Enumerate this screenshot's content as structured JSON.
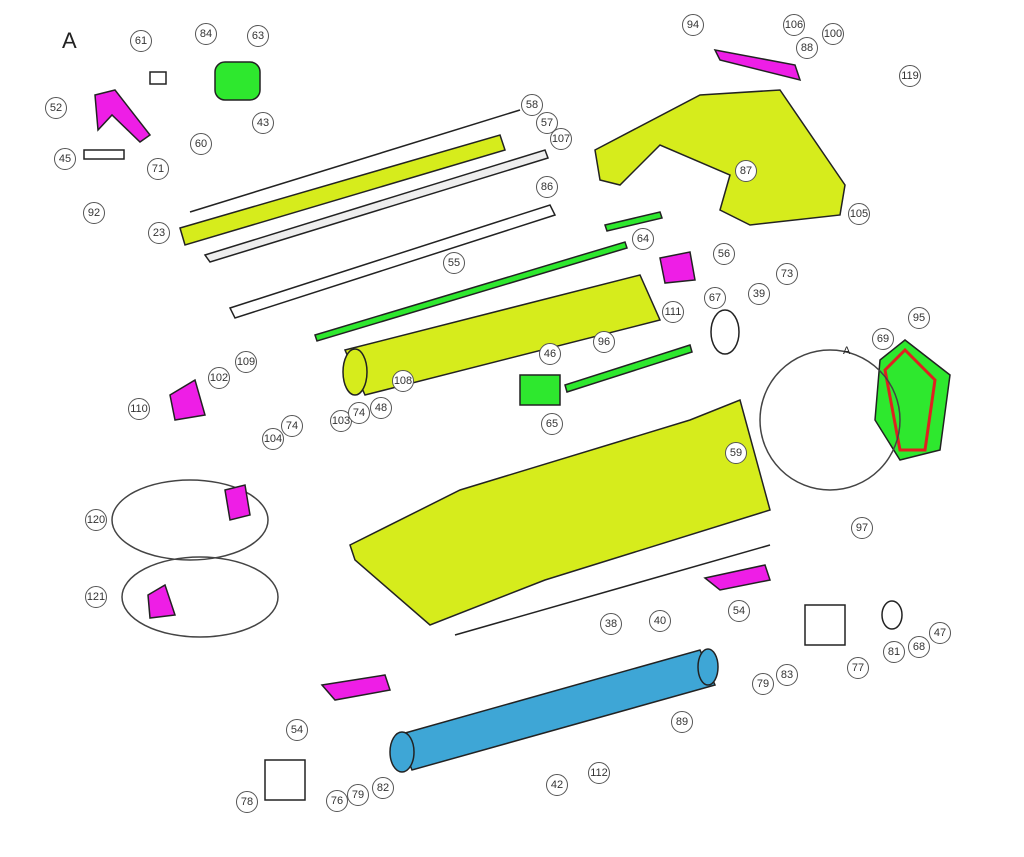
{
  "diagram": {
    "view_label": "A",
    "detail_label": "A",
    "colors": {
      "frame": "#d6ec1c",
      "magenta": "#ee1ee6",
      "blue": "#3ea6d6",
      "green": "#2ee82e",
      "red": "#e02020"
    },
    "callouts": [
      "61",
      "84",
      "63",
      "52",
      "60",
      "43",
      "45",
      "71",
      "92",
      "58",
      "57",
      "107",
      "86",
      "23",
      "55",
      "64",
      "56",
      "94",
      "106",
      "100",
      "88",
      "119",
      "87",
      "105",
      "111",
      "73",
      "67",
      "39",
      "96",
      "46",
      "109",
      "102",
      "110",
      "104",
      "74",
      "103",
      "74",
      "48",
      "108",
      "65",
      "59",
      "69",
      "95",
      "120",
      "121",
      "97",
      "54",
      "40",
      "38",
      "77",
      "81",
      "68",
      "47",
      "79",
      "83",
      "89",
      "54",
      "42",
      "112",
      "78",
      "76",
      "79",
      "82"
    ]
  }
}
